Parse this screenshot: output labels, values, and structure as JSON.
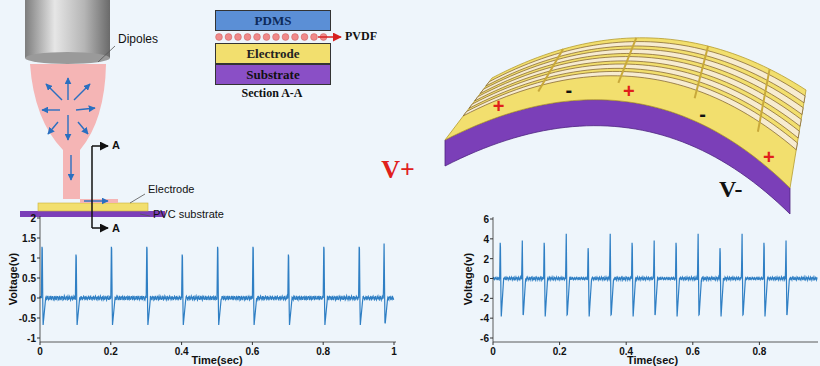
{
  "diagram": {
    "nodes": [
      {
        "text": [
          "PDMS"
        ]
      },
      {
        "text": [
          "Electrode"
        ]
      },
      {
        "text": [
          "Substrate"
        ]
      }
    ],
    "labels": [
      "Dipoles",
      "Electrode",
      "PVC substrate",
      "A",
      "A",
      "PVDF",
      "Section A-A",
      "+",
      "-",
      "+",
      "-",
      "+",
      "V+",
      "V-",
      "2",
      "1.5",
      "1",
      "0.5",
      "0",
      "-0.5",
      "-1",
      "0",
      "0.2",
      "0.4",
      "0.6",
      "0.8",
      "1",
      "Voltage(v)",
      "Time(sec)",
      "6",
      "4",
      "2",
      "0",
      "-2",
      "-4",
      "-6",
      "0",
      "0.2",
      "0.4",
      "0.6",
      "0.8",
      "Voltage(v)",
      "Time(sec)"
    ]
  }
}
